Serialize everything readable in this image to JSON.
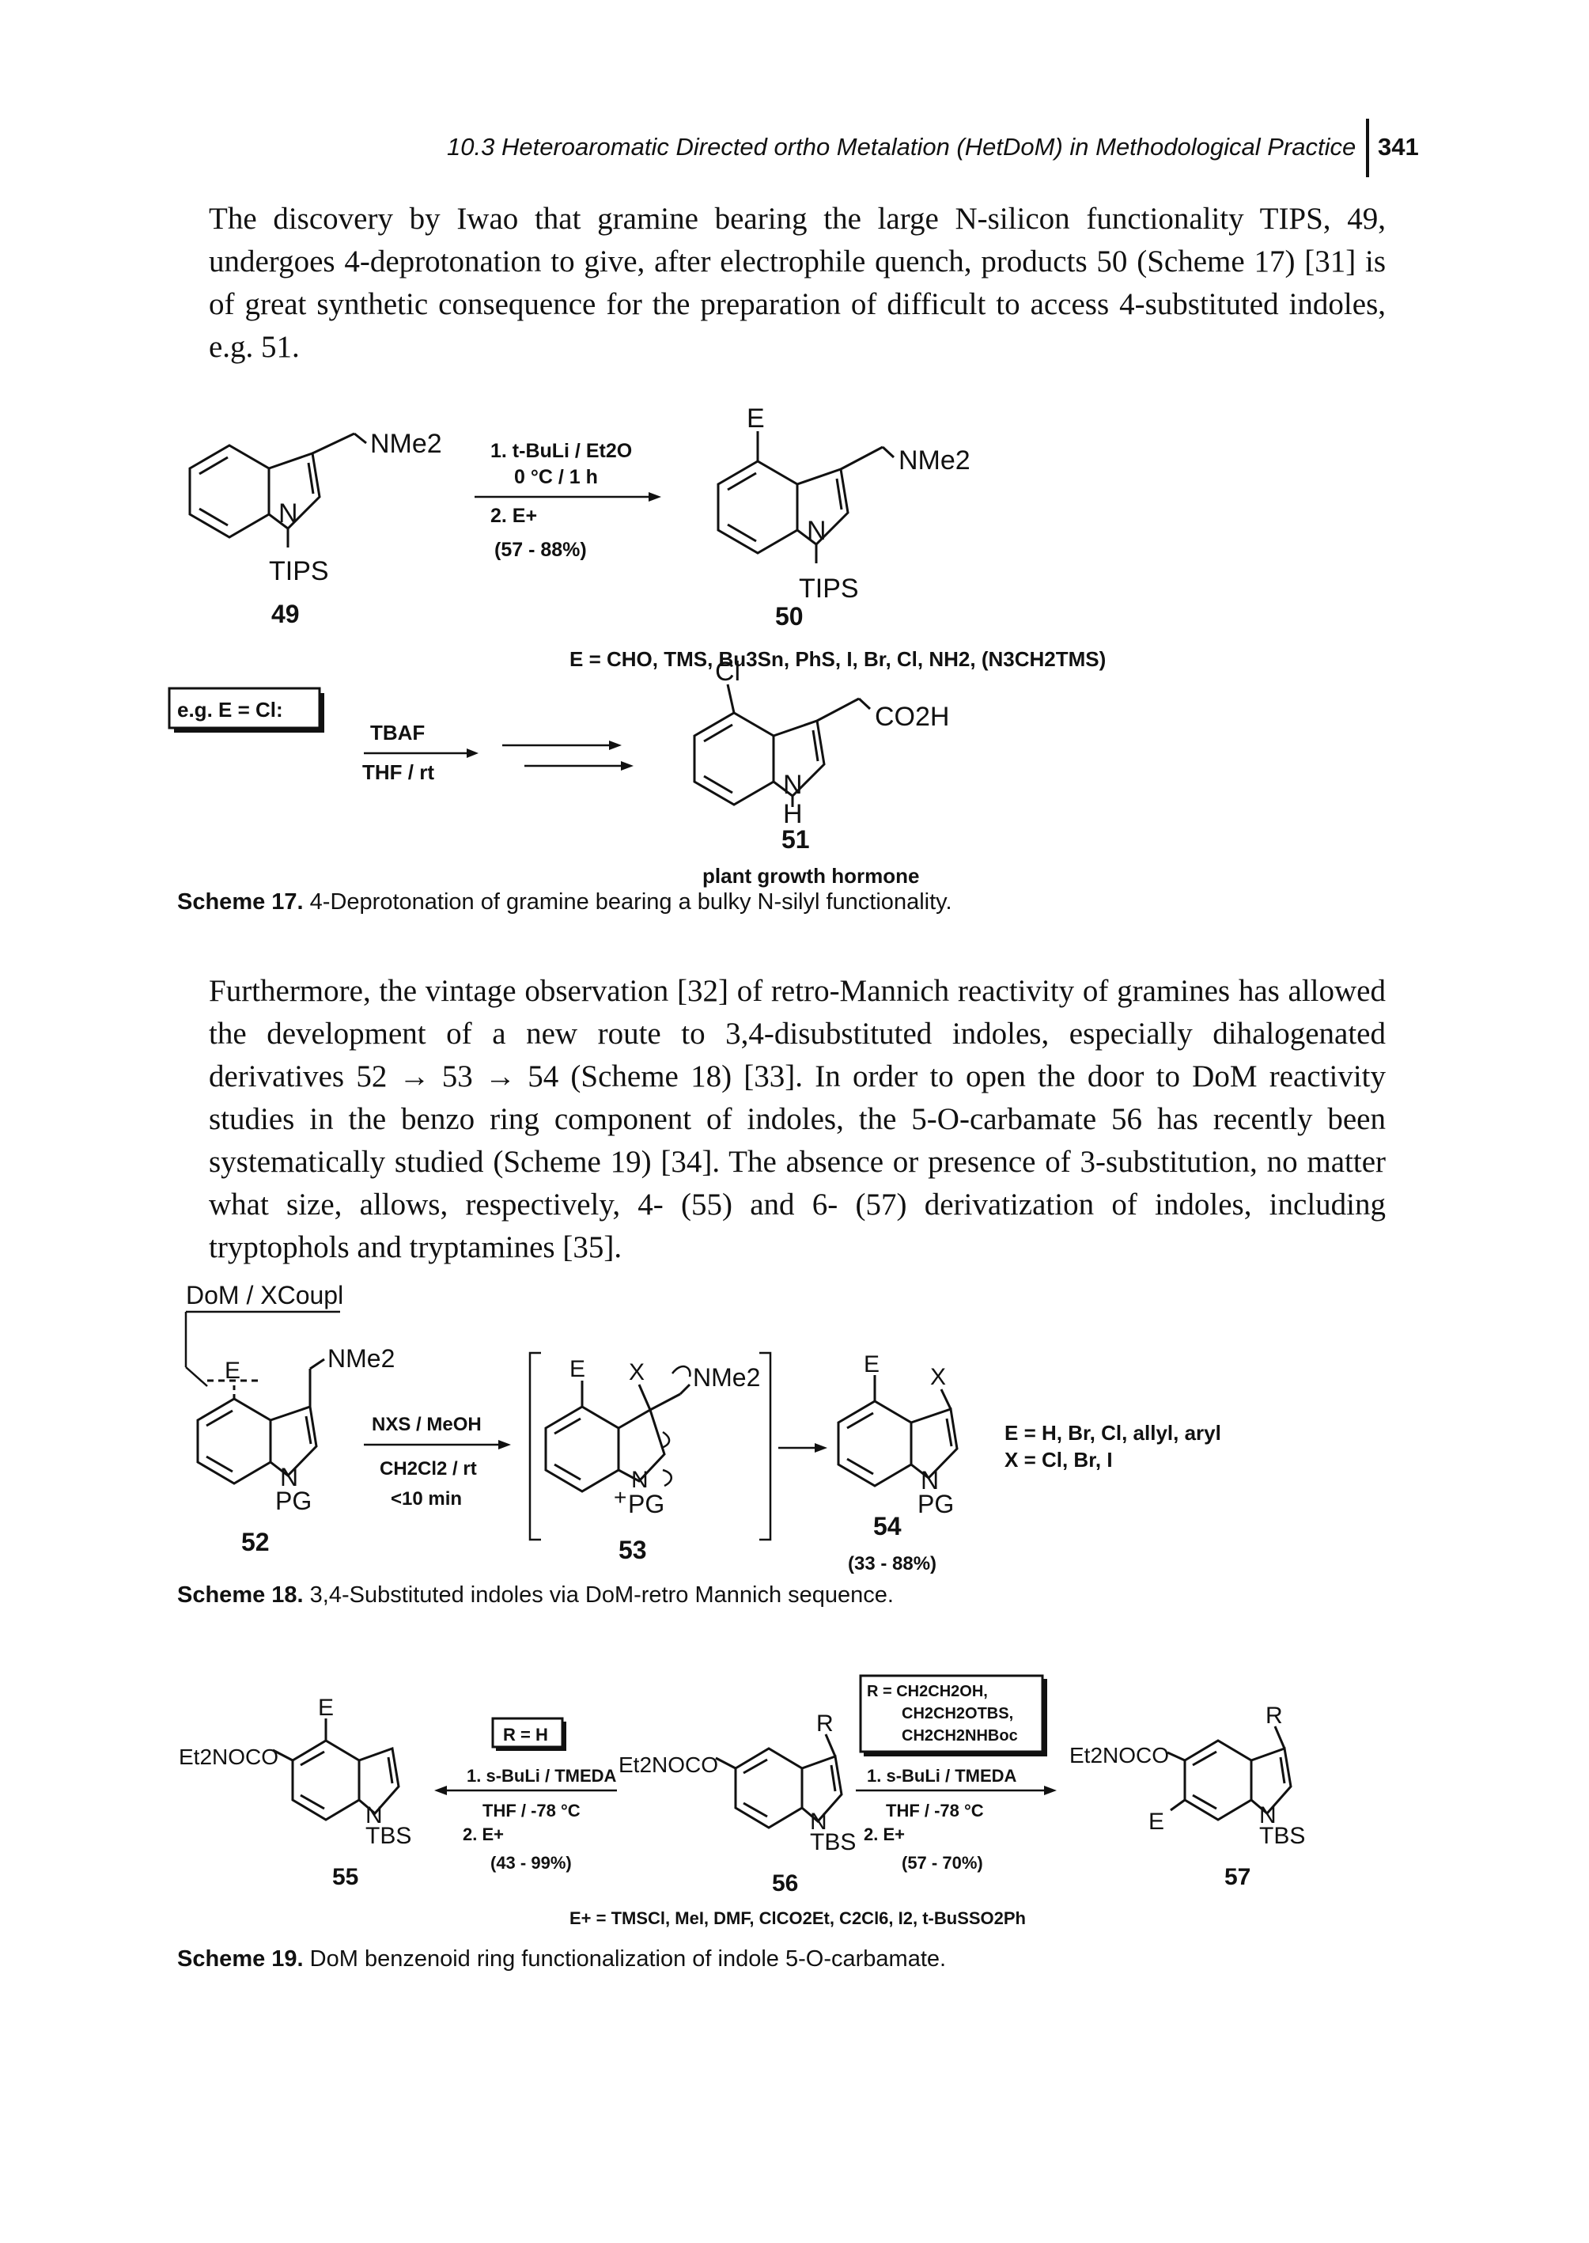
{
  "header": {
    "running_title": "10.3 Heteroaromatic Directed ortho Metalation (HetDoM) in Methodological Practice",
    "page_number": "341"
  },
  "paragraphs": [
    "The discovery by Iwao that gramine bearing the large N-silicon functionality TIPS, 49, undergoes 4-deprotonation to give, after electrophile quench, products 50 (Scheme 17) [31] is of great synthetic consequence for the preparation of difficult to access 4-substituted indoles, e.g. 51.",
    "Furthermore, the vintage observation [32] of retro-Mannich reactivity of gramines has allowed the development of a new route to 3,4-disubstituted indoles, especially dihalogenated derivatives 52 → 53 → 54 (Scheme 18) [33]. In order to open the door to DoM reactivity studies in the benzo ring component of indoles, the 5-O-carbamate 56 has recently been systematically studied (Scheme 19) [34]. The absence or presence of 3-substitution, no matter what size, allows, respectively, 4- (55) and 6- (57) derivatization of indoles, including tryptophols and tryptamines [35]."
  ],
  "scheme17": {
    "caption_label": "Scheme 17.",
    "caption_text": "4-Deprotonation of gramine bearing a bulky N-silyl functionality.",
    "cpd49": {
      "sub": "NMe2",
      "n": "N",
      "pg": "TIPS",
      "num": "49"
    },
    "step1": "1. t-BuLi / Et2O",
    "step1b": "0 °C / 1 h",
    "step2": "2. E+",
    "yield": "(57 - 88%)",
    "cpd50": {
      "e": "E",
      "sub": "NMe2",
      "n": "N",
      "pg": "TIPS",
      "num": "50"
    },
    "e_list": "E = CHO, TMS, Bu3Sn, PhS, I, Br, Cl, NH2, (N3CH2TMS)",
    "eg_box": "e.g. E = Cl:",
    "tbaf": "TBAF",
    "thf": "THF / rt",
    "cpd51": {
      "cl": "Cl",
      "sub": "CO2H",
      "n": "N",
      "h": "H",
      "num": "51",
      "name": "plant growth hormone"
    }
  },
  "scheme18": {
    "caption_label": "Scheme 18.",
    "caption_text": "3,4-Substituted indoles via DoM-retro Mannich sequence.",
    "header_box": "DoM / XCoupl",
    "cpd52": {
      "e": "E",
      "sub": "NMe2",
      "n": "N",
      "pg": "PG",
      "num": "52"
    },
    "reagent1": "NXS / MeOH",
    "reagent2": "CH2Cl2 / rt",
    "reagent3": "<10 min",
    "cpd53": {
      "e": "E",
      "x": "X",
      "sub": "NMe2",
      "n": "N",
      "pg": "PG",
      "plus": "+",
      "num": "53"
    },
    "cpd54": {
      "e": "E",
      "x": "X",
      "n": "N",
      "pg": "PG",
      "num": "54",
      "yield": "(33 - 88%)"
    },
    "defs1": "E = H, Br, Cl, allyl, aryl",
    "defs2": "X = Cl, Br, I"
  },
  "scheme19": {
    "caption_label": "Scheme 19.",
    "caption_text": "DoM benzenoid ring functionalization of indole 5-O-carbamate.",
    "cpd55": {
      "carb": "Et2NOCO",
      "e": "E",
      "n": "N",
      "pg": "TBS",
      "num": "55"
    },
    "rh_box": "R = H",
    "left_r1": "1. s-BuLi / TMEDA",
    "left_r2": "THF / -78 °C",
    "left_r3": "2. E+",
    "left_yield": "(43 - 99%)",
    "cpd56": {
      "carb": "Et2NOCO",
      "r": "R",
      "n": "N",
      "pg": "TBS",
      "num": "56"
    },
    "r_box1": "R = CH2CH2OH,",
    "r_box2": "CH2CH2OTBS,",
    "r_box3": "CH2CH2NHBoc",
    "right_r1": "1. s-BuLi / TMEDA",
    "right_r2": "THF / -78 °C",
    "right_r3": "2. E+",
    "right_yield": "(57 - 70%)",
    "cpd57": {
      "carb": "Et2NOCO",
      "r": "R",
      "e": "E",
      "n": "N",
      "pg": "TBS",
      "num": "57"
    },
    "eplus_list": "E+ = TMSCl, MeI, DMF, ClCO2Et, C2Cl6, I2, t-BuSSO2Ph"
  }
}
